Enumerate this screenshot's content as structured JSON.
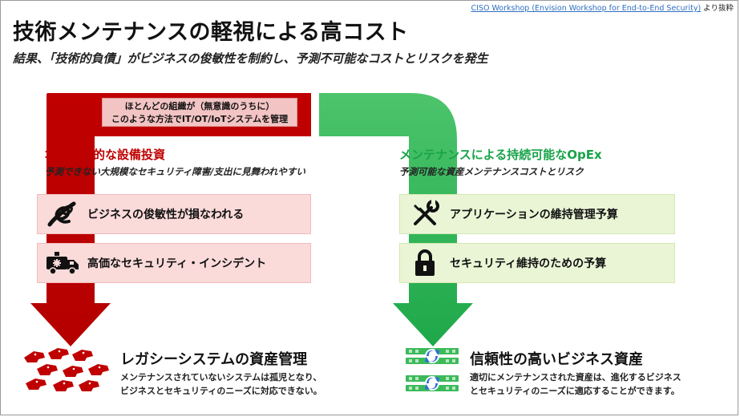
{
  "source": {
    "link_text": "CISO Workshop (Envision Workshop for End-to-End Security)",
    "suffix": " より抜粋"
  },
  "title": "技術メンテナンスの軽視による高コスト",
  "subtitle": "結果、「技術的負債」がビジネスの俊敏性を制約し、予測不可能なコストとリスクを発生",
  "organization_note": {
    "line1": "ほとんどの組織が（無意識のうちに）",
    "line2": "このような方法でIT/OT/IoTシステムを管理"
  },
  "left": {
    "title": "場当たり的な設備投資",
    "subtitle": "予測できない大規模なセキュリティ障害/支出に見舞われやすい",
    "items": [
      {
        "label": "ビジネスの俊敏性が損なわれる",
        "icon": "knot-icon"
      },
      {
        "label": "高価なセキュリティ・インシデント",
        "icon": "ambulance-icon"
      }
    ],
    "result_title": "レガシーシステムの資産管理",
    "result_desc_1": "メンテナンスされていないシステムは孤児となり、",
    "result_desc_2": "ビジネスとセキュリティのニーズに対応できない。"
  },
  "right": {
    "title": "メンテナンスによる持続可能なOpEx",
    "subtitle": "予測可能な資産メンテナンスコストとリスク",
    "items": [
      {
        "label": "アプリケーションの維持管理予算",
        "icon": "wrench-screwdriver-icon"
      },
      {
        "label": "セキュリティ維持のための予算",
        "icon": "padlock-icon"
      }
    ],
    "result_title": "信頼性の高いビジネス資産",
    "result_desc_1": "適切にメンテナンスされた資産は、進化するビジネス",
    "result_desc_2": "とセキュリティのニーズに適応することができます。"
  },
  "colors": {
    "red": "#c00000",
    "red_dark": "#a00000",
    "green": "#1aa54a",
    "green_light": "#6ccd7e",
    "left_title": "#c00000",
    "right_title": "#19a34a"
  }
}
